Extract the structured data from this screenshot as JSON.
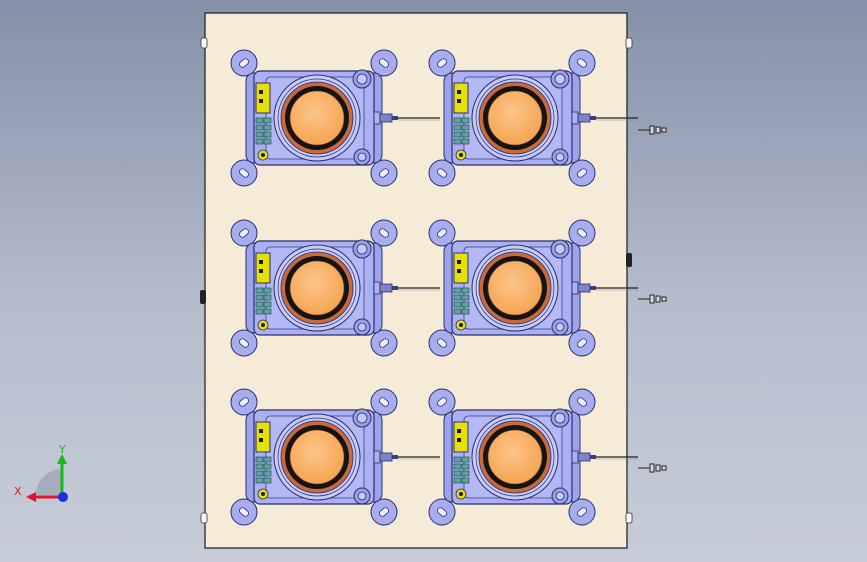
{
  "viewport": {
    "background_top": "#8591a8",
    "background_bottom": "#c7ccd8"
  },
  "model": {
    "plate_color": "#f5ebd6",
    "body_color": "#aab0f2",
    "body_stroke": "#2a2e6e",
    "lens_color": "#f9b26a",
    "ring_color": "#c96a3a",
    "label_color": "#e8e000",
    "rows": 3,
    "columns": 2,
    "unit_count": 6
  },
  "triad": {
    "x_label": "X",
    "y_label": "Y",
    "x_color": "#e0142a",
    "y_color": "#18b818",
    "z_color": "#1a2de0"
  }
}
